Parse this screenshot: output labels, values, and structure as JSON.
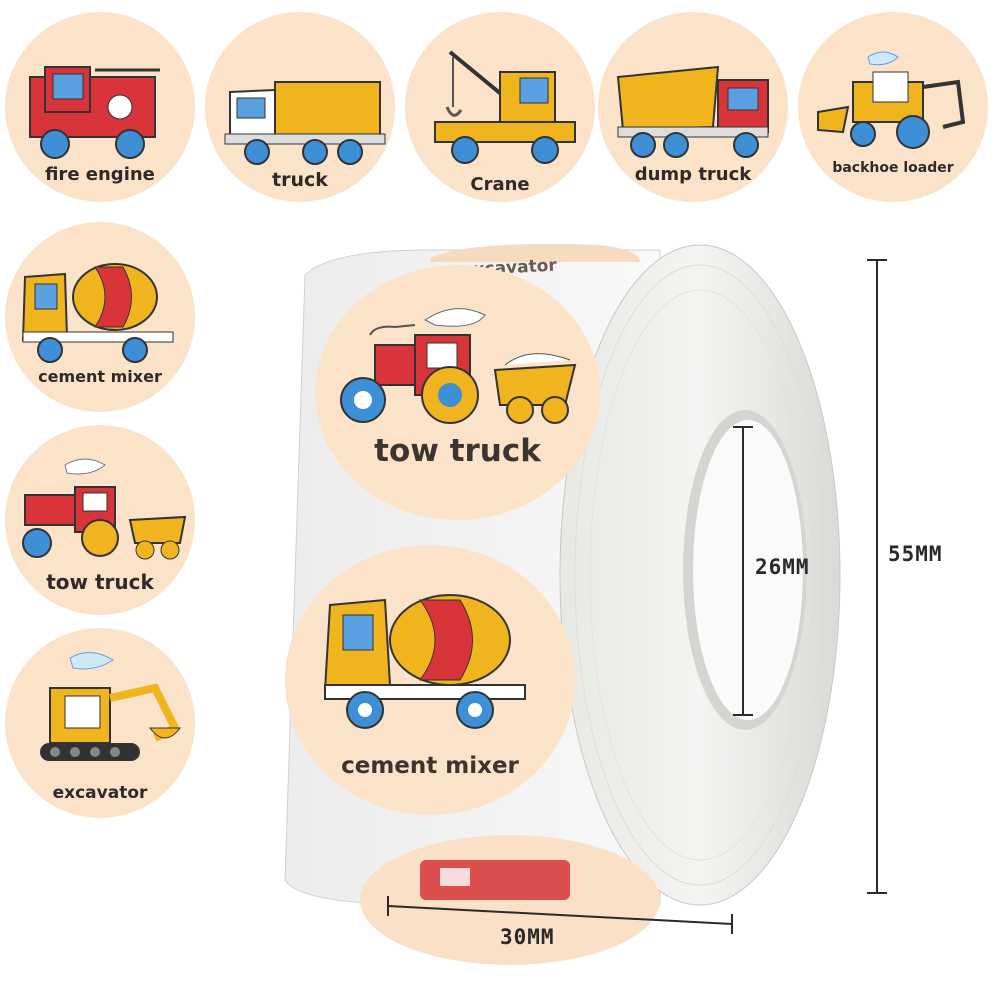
{
  "stickers": {
    "fire_engine": "fire engine",
    "truck": "truck",
    "crane": "Crane",
    "dump_truck": "dump truck",
    "backhoe_loader": "backhoe loader",
    "cement_mixer": "cement mixer",
    "tow_truck": "tow truck",
    "excavator": "excavator"
  },
  "roll": {
    "top_label": "excavator",
    "front_label_1": "tow truck",
    "front_label_2": "cement mixer"
  },
  "dimensions": {
    "inner_diameter": "26MM",
    "outer_height": "55MM",
    "width": "30MM"
  },
  "colors": {
    "sticker_bg": "#fbe3c9",
    "vehicle_red": "#d8343a",
    "vehicle_yellow": "#f0b41e",
    "wheel_blue": "#3d8fd6"
  }
}
